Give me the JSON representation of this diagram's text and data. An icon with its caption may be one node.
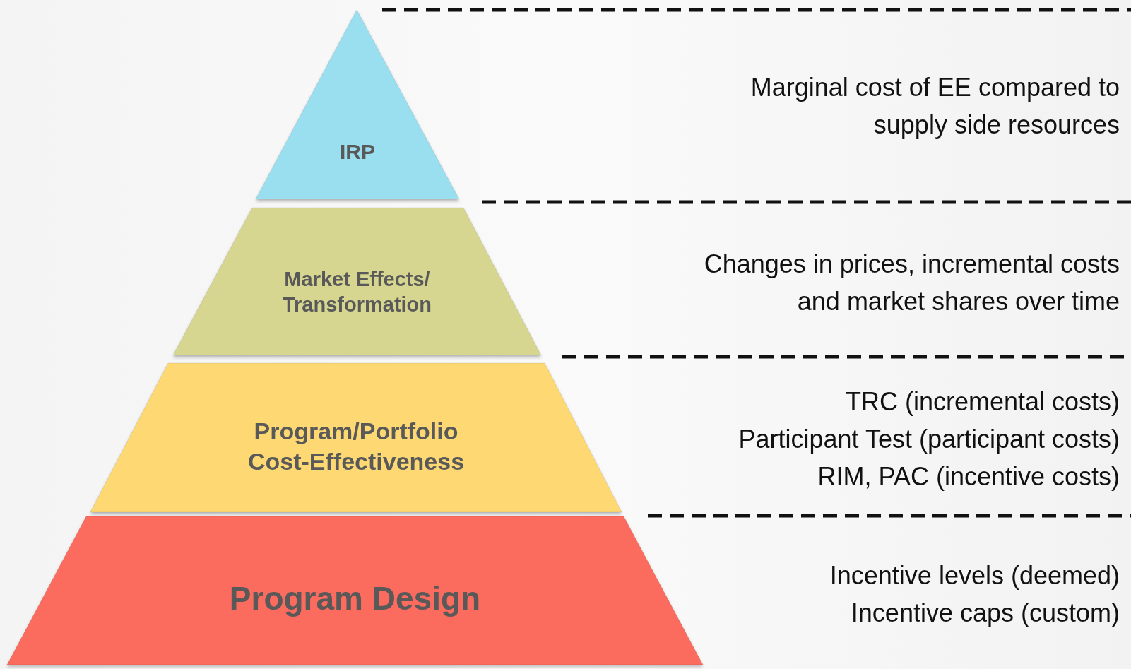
{
  "diagram": {
    "nodes": [
      {
        "text": [
          "IRP"
        ]
      },
      {
        "text": [
          "Market Effects/ Transformation"
        ]
      },
      {
        "text": [
          "Program/Portfolio Cost-Effectiveness"
        ],
        "beside": [
          "TRC (incremental costs)",
          "Participant Test (participant costs)",
          "RIM, PAC (incentive costs)"
        ]
      },
      {
        "text": [
          "Program Design"
        ],
        "beside": [
          "Incentive levels (deemed)",
          "Incentive caps (custom)"
        ]
      }
    ],
    "labels": [
      "Marginal cost of EE compared to supply side resources",
      "Changes in prices, incremental costs and market shares over time"
    ]
  }
}
